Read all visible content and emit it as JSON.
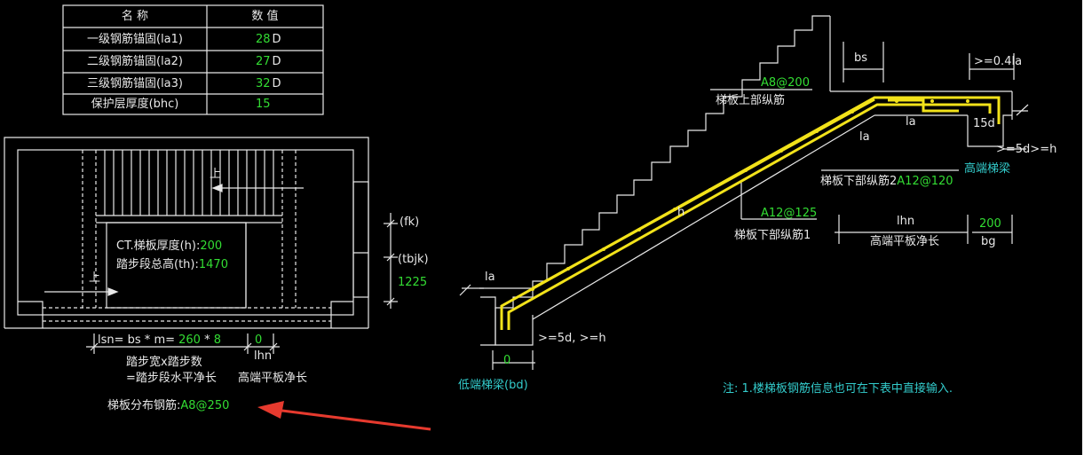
{
  "table": {
    "header_name": "名  称",
    "header_value": "数  值",
    "rows": [
      {
        "name": "一级钢筋锚固(la1)",
        "value": "28",
        "unit": "D"
      },
      {
        "name": "二级钢筋锚固(la2)",
        "value": "27",
        "unit": "D"
      },
      {
        "name": "三级钢筋锚固(la3)",
        "value": "32",
        "unit": "D"
      },
      {
        "name": "保护层厚度(bhc)",
        "value": "15",
        "unit": ""
      }
    ]
  },
  "plan": {
    "up_top": "上",
    "up_bottom": "上",
    "thickness_label": "CT.梯板厚度(h):",
    "thickness_value": "200",
    "height_label": "踏步段总高(th):",
    "height_value": "1470",
    "fk": "(fk)",
    "tbjk": "(tbjk)",
    "tbjk_value": "1225",
    "lsn_prefix": "lsn= bs * m=",
    "bs_value": "260",
    "times": "*",
    "m_value": "8",
    "lhn_value": "0",
    "lhn_label": "lhn",
    "step_note1": "踏步宽x踏步数",
    "step_note2": "=踏步段水平净长",
    "step_note3": "高端平板净长",
    "dist_label": "梯板分布钢筋:",
    "dist_value": "A8@250"
  },
  "section": {
    "bs": "bs",
    "la_high": ">=0.4la",
    "top_bar_spec": "A8@200",
    "top_bar_label": "梯板上部纵筋",
    "la1": "la",
    "la2": "la",
    "d15": "15d",
    "ge5d_h": ">=5d>=h",
    "high_beam": "高端梯梁",
    "bottom2_label": "梯板下部纵筋2",
    "bottom2_spec": "A12@120",
    "h": "h",
    "bottom1_spec": "A12@125",
    "bottom1_label": "梯板下部纵筋1",
    "lhn": "lhn",
    "high_flat_label": "高端平板净长",
    "bg_value": "200",
    "bg": "bg",
    "la_low": "la",
    "ge5d_low": ">=5d, >=h",
    "bd_value": "0",
    "low_beam": "低端梯梁(bd)",
    "note": "注: 1.楼梯板钢筋信息也可在下表中直接输入."
  },
  "colors": {
    "background": "#000000",
    "line": "#e8e8e8",
    "value_green": "#33dd33",
    "rebar_yellow": "#f2e21a",
    "cyan_label": "#33cccc",
    "arrow_red": "#e63a2e"
  }
}
